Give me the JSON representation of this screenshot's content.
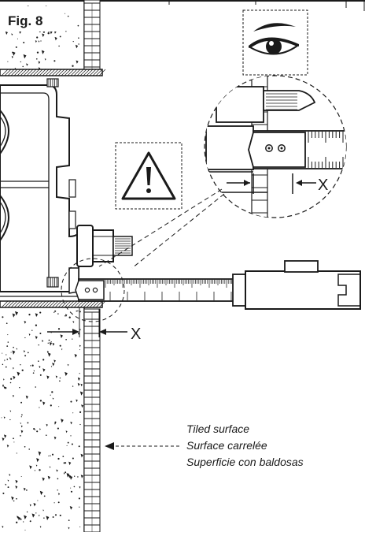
{
  "figure": {
    "label": "Fig. 8"
  },
  "icons": {
    "eye": "eye-icon",
    "warning": "warning-triangle-icon"
  },
  "dimension": {
    "label": "X",
    "detail_label": "X"
  },
  "caption": {
    "en": "Tiled surface",
    "fr": "Surface carrelée",
    "it": "Superficie con baldosas"
  },
  "colors": {
    "ink": "#1a1a1a",
    "hatch": "#555555"
  }
}
